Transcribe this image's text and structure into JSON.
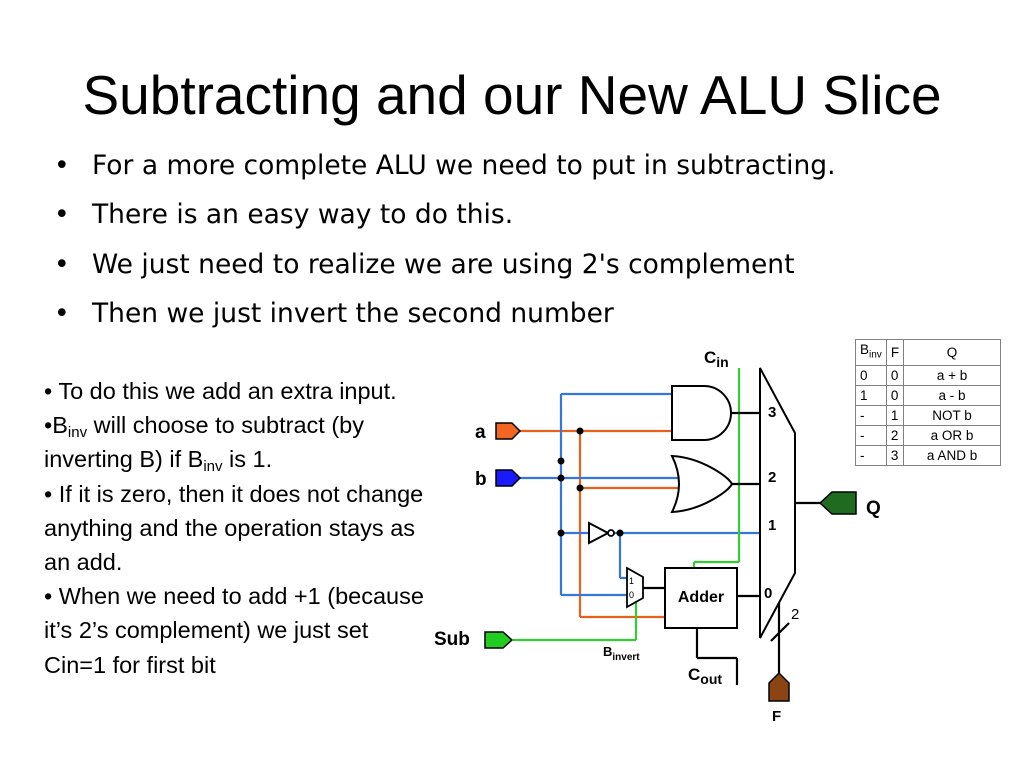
{
  "slide": {
    "title": "Subtracting and our New ALU Slice",
    "bullet_char": "•",
    "bullets": [
      "For a more complete ALU we need to put in subtracting.",
      "There is an easy way to do this.",
      "We just need to realize we are using 2's complement",
      "Then we just invert the second number"
    ],
    "side": {
      "p1": "• To do this we add an extra input.",
      "p2_prefix": "•B",
      "p2_sub1": "inv",
      "p2_mid": " will choose to subtract (by inverting B) if B",
      "p2_sub2": "inv",
      "p2_suffix": " is 1.",
      "p3": "• If it is zero, then it does not change anything and the operation stays as an add.",
      "p4": "• When we need to add +1 (because it’s 2’s complement) we just set Cin=1 for first bit"
    }
  },
  "diagram": {
    "inputs": {
      "a": "a",
      "b": "b",
      "sub": "Sub"
    },
    "cin_main": "C",
    "cin_sub": "in",
    "cout_main": "C",
    "cout_sub": "out",
    "binvert_main": "B",
    "binvert_sub": "invert",
    "adder_label": "Adder",
    "output_q": "Q",
    "output_f": "F",
    "bus_width": "2",
    "mux4_inputs": [
      "3",
      "2",
      "1",
      "0"
    ],
    "mux2_inputs": [
      "1",
      "0"
    ],
    "colors": {
      "a_wire": "#e8601c",
      "b_wire": "#3377dd",
      "sub_wire": "#33cc33",
      "a_port": "#f26522",
      "b_port": "#1a1aff",
      "sub_port": "#22cc22",
      "q_port": "#1f6b1f",
      "f_port": "#8b4513"
    },
    "truth_table": {
      "headers": {
        "binv": "B",
        "binv_sub": "inv",
        "f": "F",
        "q": "Q"
      },
      "rows": [
        {
          "binv": "0",
          "f": "0",
          "q": "a + b"
        },
        {
          "binv": "1",
          "f": "0",
          "q": "a - b"
        },
        {
          "binv": "-",
          "f": "1",
          "q": "NOT b"
        },
        {
          "binv": "-",
          "f": "2",
          "q": "a OR b"
        },
        {
          "binv": "-",
          "f": "3",
          "q": "a AND b"
        }
      ]
    }
  }
}
